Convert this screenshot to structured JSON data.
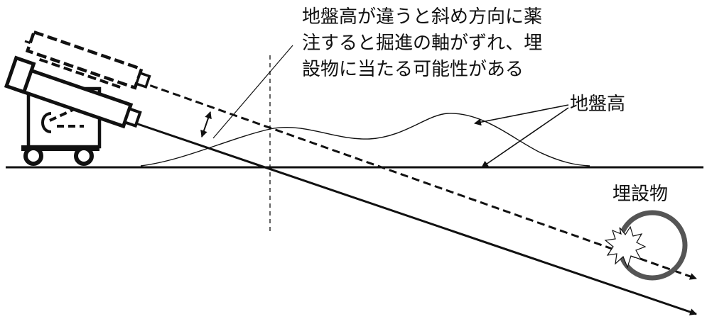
{
  "annotation": {
    "text": "地盤高が違うと斜め方向に薬\n注すると掘進の軸がずれ、埋\n設物に当たる可能性がある"
  },
  "labels": {
    "ground_height": "地盤高",
    "buried_object": "埋設物"
  }
}
